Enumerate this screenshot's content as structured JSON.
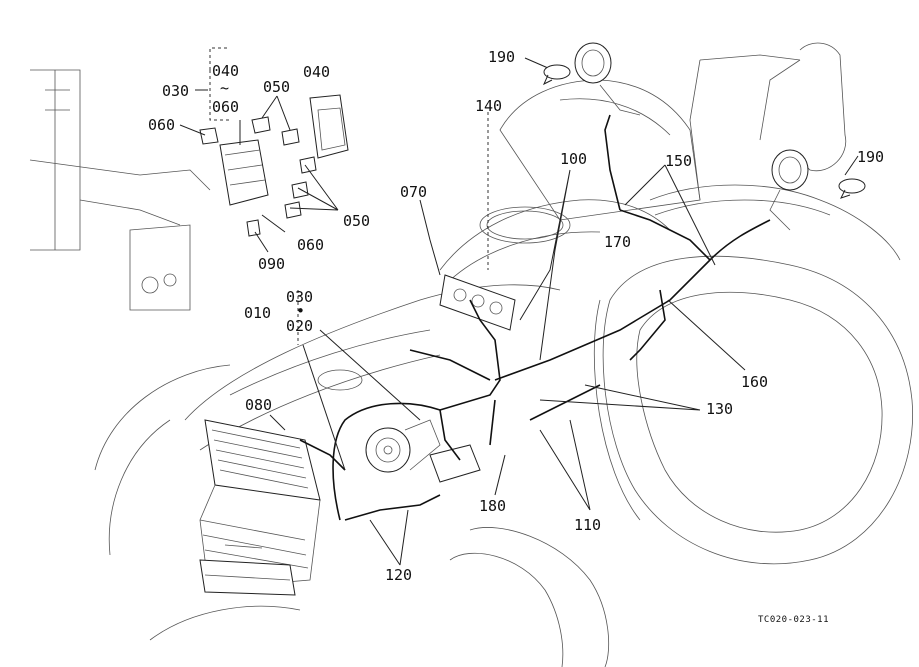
{
  "labels": {
    "p010": "010",
    "p020": "020",
    "p030_top": "030",
    "p030_mid": "030",
    "p040_a": "040",
    "p040_b": "040",
    "p050_top": "050",
    "p050_bot": "050",
    "p060_a": "060",
    "p060_b": "060",
    "p060_c": "060",
    "p070": "070",
    "p080": "080",
    "p090": "090",
    "p100": "100",
    "p110": "110",
    "p120": "120",
    "p130": "130",
    "p140": "140",
    "p150": "150",
    "p160": "160",
    "p170": "170",
    "p180": "180",
    "p190_left": "190",
    "p190_right": "190",
    "tilde": "~",
    "bullet": "•"
  },
  "drawing_ref": "TC020-023-11"
}
